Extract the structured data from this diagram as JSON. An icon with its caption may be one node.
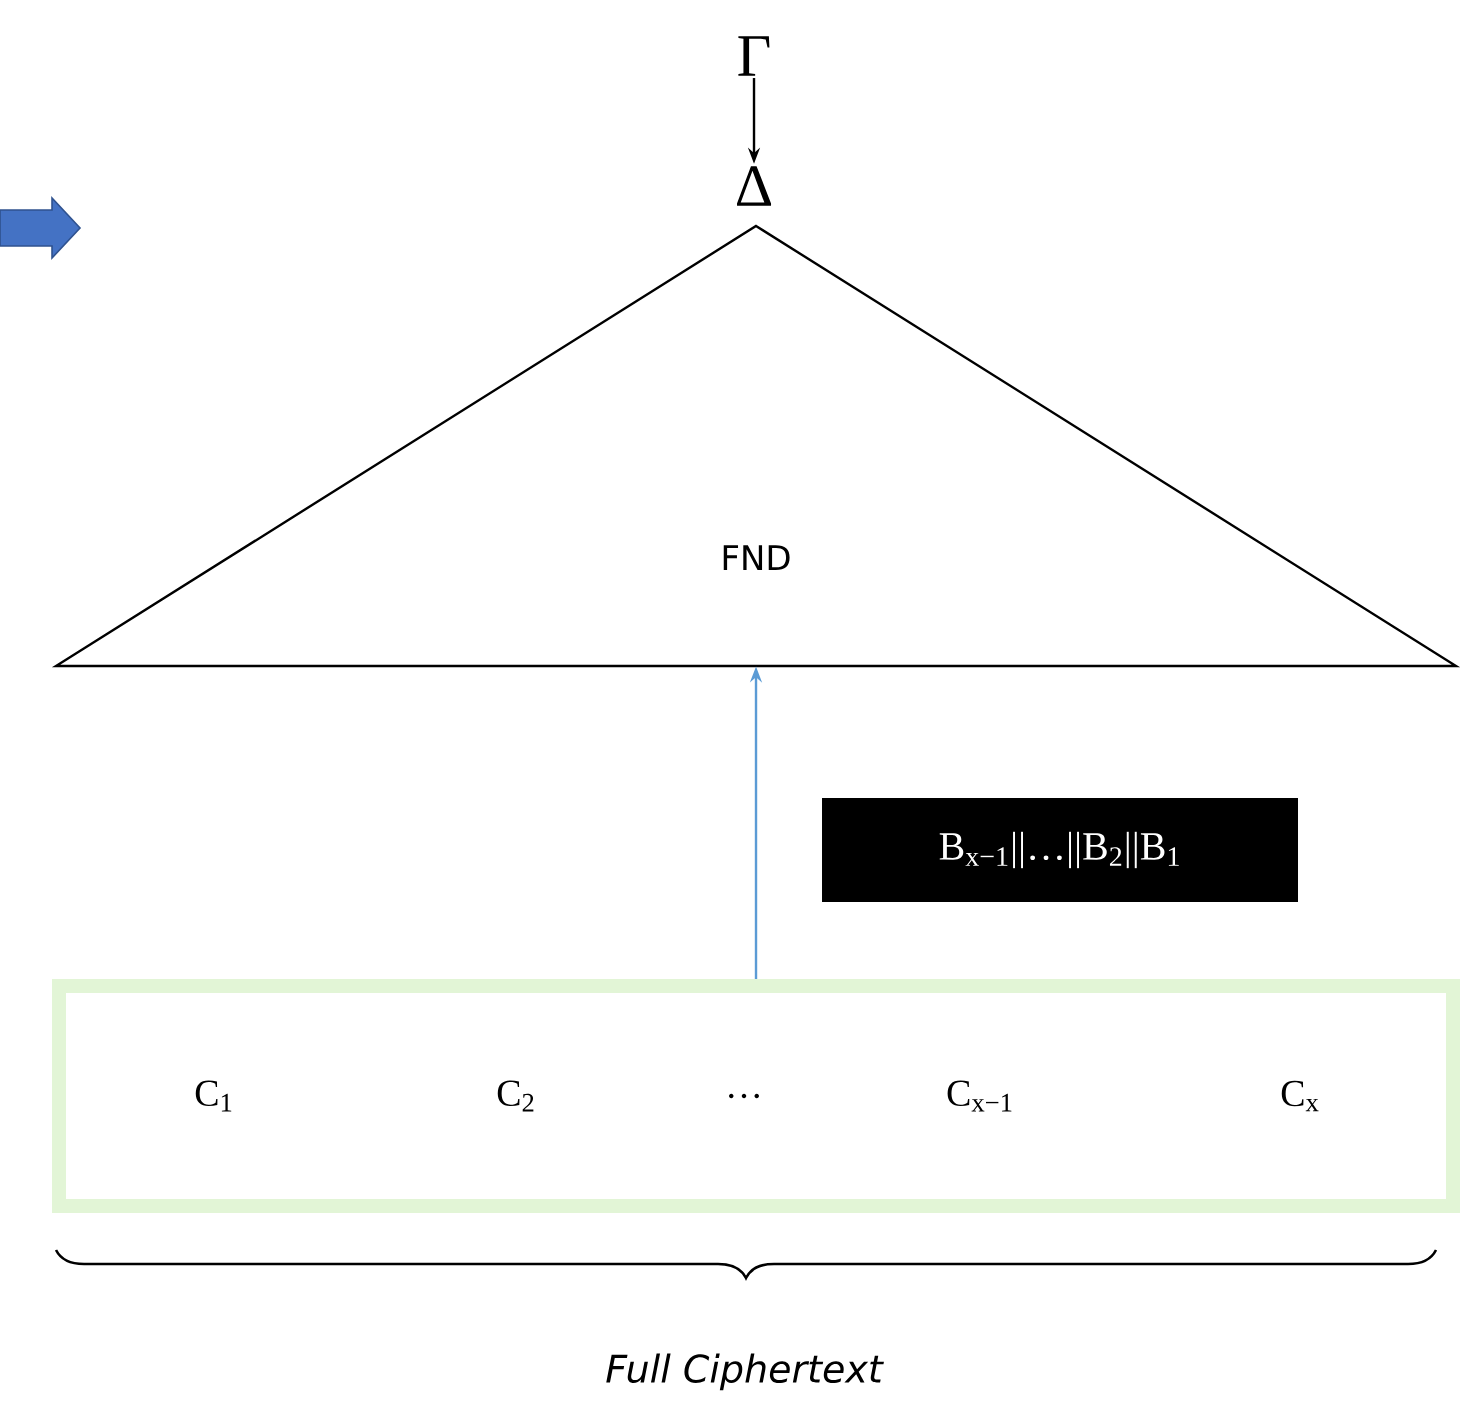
{
  "diagram": {
    "nodes": [
      {
        "text": [
          "Γ"
        ]
      },
      {
        "text": [
          "Δ"
        ]
      },
      {
        "text": [
          "FND"
        ]
      },
      {
        "text": [
          "C$_{1}$",
          "C$_{2}$",
          "…",
          "C$_{x−1}$",
          "C$_{x}$"
        ]
      }
    ],
    "edges": [
      {
        "from": 0,
        "to": 1,
        "arrow": "to"
      },
      {
        "from": 3,
        "to": 2,
        "arrow": "to",
        "label": "B$_{x−1}$||…||B$_{2}$||B$_{1}$",
        "color": "#5b9bd5"
      }
    ],
    "labels": [
      "Full Ciphertext"
    ]
  }
}
